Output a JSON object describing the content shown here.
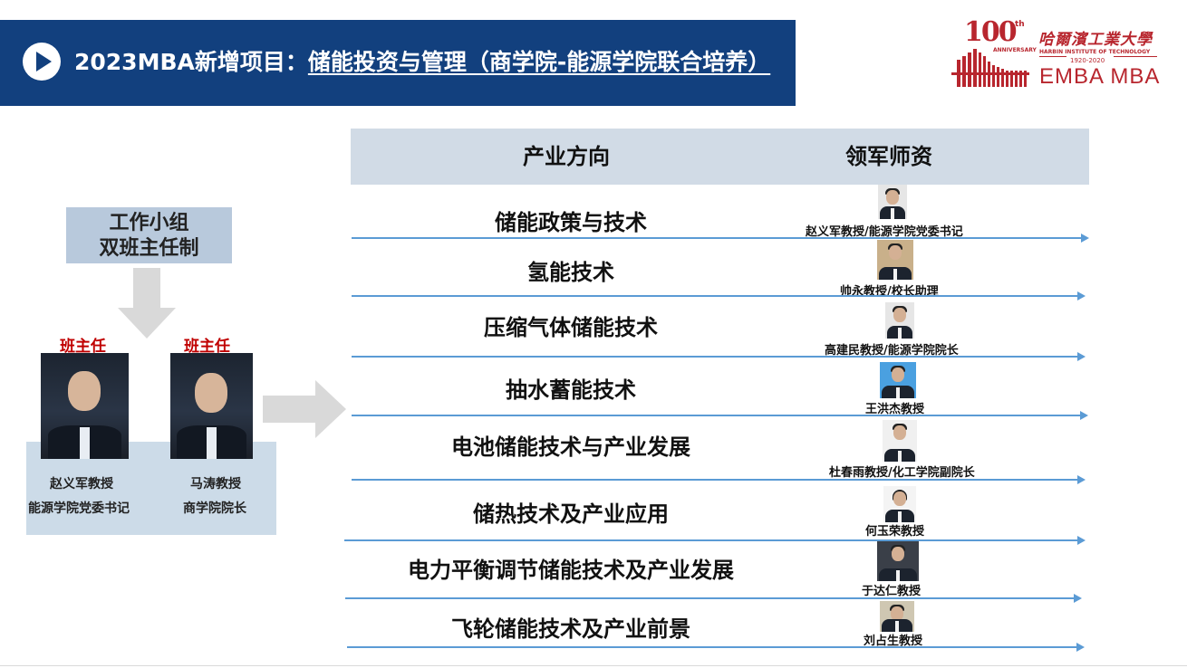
{
  "header": {
    "title_prefix": "2023MBA新增项目：",
    "title_main": "储能投资与管理（商学院-能源学院联合培养）",
    "play_icon": "play-circle-icon"
  },
  "logo": {
    "hundred": "100",
    "th": "th",
    "anniversary": "ANNIVERSARY",
    "cn_name": "哈爾濱工業大學",
    "en_name": "HARBIN INSTITUTE OF TECHNOLOGY",
    "years": "1920-2020",
    "program": "EMBA  MBA"
  },
  "left": {
    "group_title_1": "工作小组",
    "group_title_2": "双班主任制",
    "leaders": [
      {
        "role": "班主任",
        "name": "赵义军教授",
        "title": "能源学院党委书记"
      },
      {
        "role": "班主任",
        "name": "马涛教授",
        "title": "商学院院长"
      }
    ]
  },
  "table": {
    "col1": "产业方向",
    "col2": "领军师资",
    "rows": [
      {
        "direction": "储能政策与技术",
        "faculty": "赵义军教授/能源学院党委书记"
      },
      {
        "direction": "氢能技术",
        "faculty": "帅永教授/校长助理"
      },
      {
        "direction": "压缩气体储能技术",
        "faculty": "高建民教授/能源学院院长"
      },
      {
        "direction": "抽水蓄能技术",
        "faculty": "王洪杰教授"
      },
      {
        "direction": "电池储能技术与产业发展",
        "faculty": "杜春雨教授/化工学院副院长"
      },
      {
        "direction": "储热技术及产业应用",
        "faculty": "何玉荣教授"
      },
      {
        "direction": "电力平衡调节储能技术及产业发展",
        "faculty": "于达仁教授"
      },
      {
        "direction": "飞轮储能技术及产业前景",
        "faculty": "刘占生教授"
      }
    ]
  },
  "colors": {
    "header_bg": "#12407e",
    "accent_red": "#c00000",
    "logo_red": "#b8262e",
    "arrow_blue": "#5b9bd5",
    "table_header_bg": "#d1dbe6"
  }
}
